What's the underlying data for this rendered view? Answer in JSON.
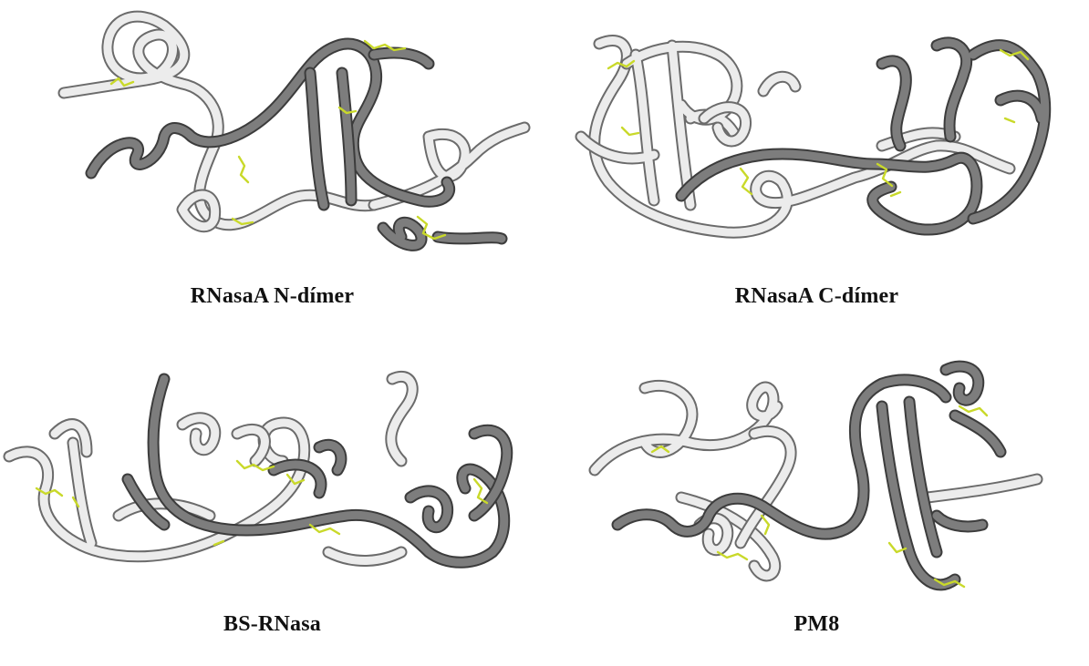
{
  "colors": {
    "chain_a": "#ececec",
    "chain_b": "#7d7d7d",
    "disulfide": "#c9d92a",
    "background": "#ffffff"
  },
  "panels": [
    {
      "caption": "RNasaA N-dímer"
    },
    {
      "caption": "RNasaA C-dímer"
    },
    {
      "caption": "BS-RNasa"
    },
    {
      "caption": "PM8"
    }
  ]
}
